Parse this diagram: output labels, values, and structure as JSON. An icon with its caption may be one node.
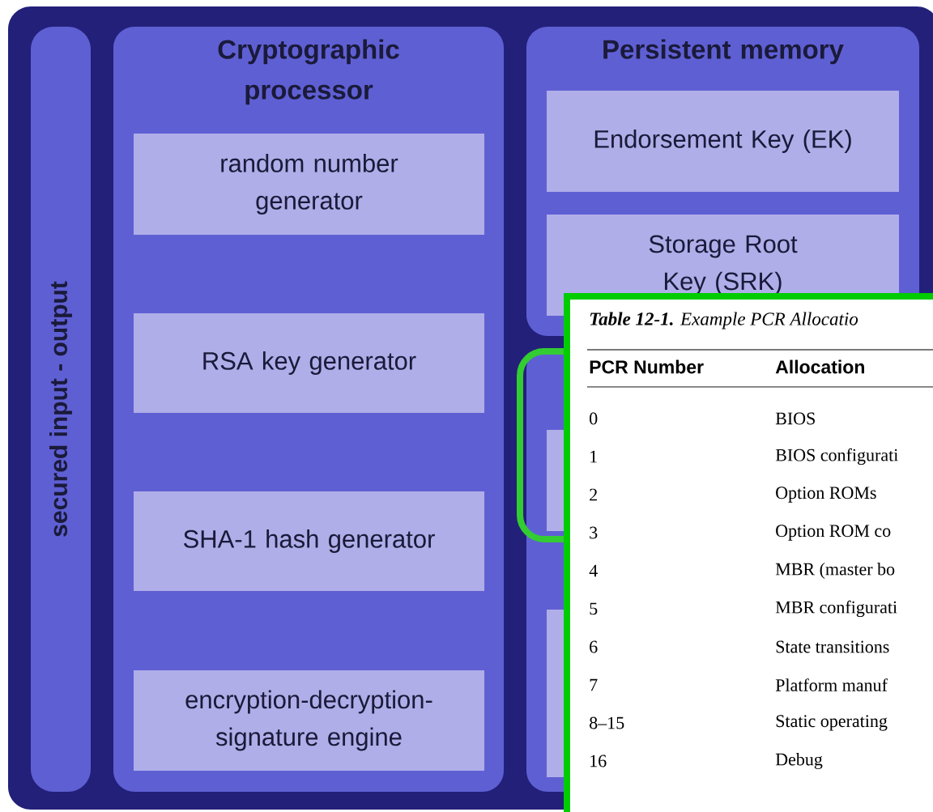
{
  "diagram": {
    "nodes": [
      {
        "text": [],
        "shape": "box"
      },
      {
        "text": [
          "secured input - output"
        ],
        "in": 0
      },
      {
        "text": [
          "Cryptographic processor"
        ],
        "in": 0
      },
      {
        "text": [
          "random number generator"
        ],
        "in": 2
      },
      {
        "text": [
          "RSA key generator"
        ],
        "in": 2
      },
      {
        "text": [
          "SHA-1 hash generator"
        ],
        "in": 2
      },
      {
        "text": [
          "encryption-decryption-signature engine"
        ],
        "in": 2
      },
      {
        "text": [
          "Persistent memory"
        ],
        "in": 0
      },
      {
        "text": [
          "Endorsement Key (EK)"
        ],
        "in": 7
      },
      {
        "text": [
          "Storage Root Key (SRK)"
        ],
        "in": 7
      },
      {
        "text": [],
        "shape": "box",
        "in": 0
      }
    ],
    "labels": [
      "**Table 12-1.** Example PCR Allocatio",
      "PCR Number",
      "Allocation",
      "0",
      "BIOS",
      "1",
      "BIOS configurati",
      "2",
      "Option ROMs",
      "3",
      "Option ROM co",
      "4",
      "MBR (master bo",
      "5",
      "MBR configurati",
      "6",
      "State transitions",
      "7",
      "Platform manuf",
      "8–15",
      "Static operating",
      "16",
      "Debug"
    ]
  }
}
